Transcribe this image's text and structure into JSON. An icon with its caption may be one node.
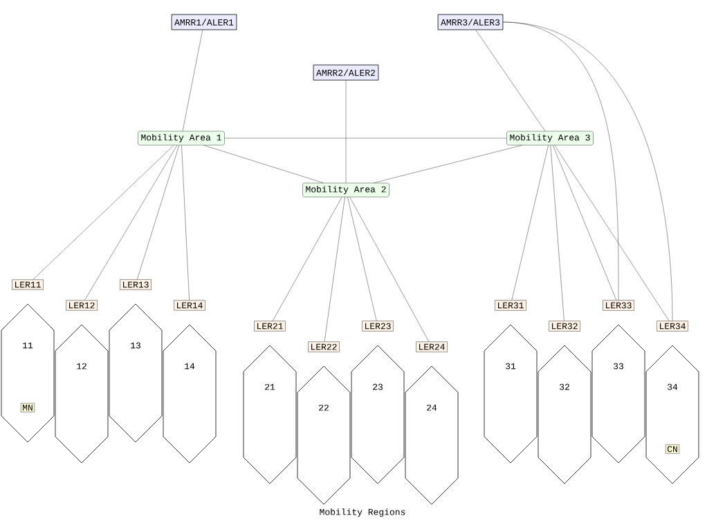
{
  "diagram": {
    "caption": "Mobility Regions",
    "nodes": [
      {
        "text": [
          "AMRR1/ALER1"
        ]
      },
      {
        "text": [
          "AMRR3/ALER3"
        ]
      },
      {
        "text": [
          "AMRR2/ALER2"
        ]
      },
      {
        "text": [
          "Mobility Area 1"
        ]
      },
      {
        "text": [
          "Mobility Area 3"
        ]
      },
      {
        "text": [
          "Mobility Area 2"
        ]
      },
      {
        "text": [
          "LER11"
        ]
      },
      {
        "text": [
          "LER12"
        ]
      },
      {
        "text": [
          "LER13"
        ]
      },
      {
        "text": [
          "LER14"
        ]
      },
      {
        "text": [
          "LER21"
        ]
      },
      {
        "text": [
          "LER22"
        ]
      },
      {
        "text": [
          "LER23"
        ]
      },
      {
        "text": [
          "LER24"
        ]
      },
      {
        "text": [
          "LER31"
        ]
      },
      {
        "text": [
          "LER32"
        ]
      },
      {
        "text": [
          "LER33"
        ]
      },
      {
        "text": [
          "LER34"
        ]
      },
      {
        "text": [
          "11"
        ]
      },
      {
        "text": [
          "12"
        ]
      },
      {
        "text": [
          "13"
        ]
      },
      {
        "text": [
          "14"
        ]
      },
      {
        "text": [
          "21"
        ]
      },
      {
        "text": [
          "22"
        ]
      },
      {
        "text": [
          "23"
        ]
      },
      {
        "text": [
          "24"
        ]
      },
      {
        "text": [
          "31"
        ]
      },
      {
        "text": [
          "32"
        ]
      },
      {
        "text": [
          "33"
        ]
      },
      {
        "text": [
          "34"
        ]
      },
      {
        "text": [
          "MN"
        ],
        "in": 18
      },
      {
        "text": [
          "CN"
        ],
        "in": 29
      }
    ],
    "edges": [
      {
        "from": 0,
        "to": 3,
        "arrow": "none"
      },
      {
        "from": 1,
        "to": 4,
        "arrow": "none"
      },
      {
        "from": 2,
        "to": 5,
        "arrow": "none"
      },
      {
        "from": 3,
        "to": 4,
        "arrow": "none"
      },
      {
        "from": 3,
        "to": 5,
        "arrow": "none"
      },
      {
        "from": 5,
        "to": 4,
        "arrow": "none"
      },
      {
        "from": 3,
        "to": 6,
        "arrow": "none"
      },
      {
        "from": 3,
        "to": 7,
        "arrow": "none"
      },
      {
        "from": 3,
        "to": 8,
        "arrow": "none"
      },
      {
        "from": 3,
        "to": 9,
        "arrow": "none"
      },
      {
        "from": 5,
        "to": 10,
        "arrow": "none"
      },
      {
        "from": 5,
        "to": 11,
        "arrow": "none"
      },
      {
        "from": 5,
        "to": 12,
        "arrow": "none"
      },
      {
        "from": 5,
        "to": 13,
        "arrow": "none"
      },
      {
        "from": 4,
        "to": 14,
        "arrow": "none"
      },
      {
        "from": 4,
        "to": 15,
        "arrow": "none"
      },
      {
        "from": 4,
        "to": 16,
        "arrow": "none"
      },
      {
        "from": 4,
        "to": 17,
        "arrow": "none"
      },
      {
        "from": 1,
        "to": 16,
        "arrow": "none"
      },
      {
        "from": 1,
        "to": 17,
        "arrow": "none"
      }
    ]
  }
}
